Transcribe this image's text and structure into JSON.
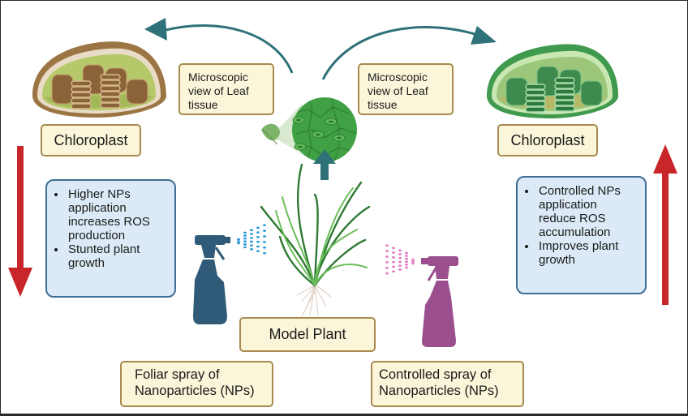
{
  "colors": {
    "label_fill": "#fbf6d9",
    "label_border": "#a88a4e",
    "info_fill": "#dbeaf6",
    "info_border": "#3e6f96",
    "teal_arrow": "#2f7178",
    "red_arrow": "#c8262a",
    "blue_bottle": "#2f5a78",
    "blue_spray": "#2a9ad6",
    "purple_bottle": "#9b4f8e",
    "pink_spray": "#e07cc0",
    "brown_chloroplast": "#9c7545",
    "green_chloroplast": "#3f9a4e",
    "leaf_tissue": "#3fa044"
  },
  "left": {
    "chloroplast_label": "Chloroplast",
    "microscopic_label": [
      "Microscopic",
      "view of Leaf",
      "tissue"
    ],
    "effects": [
      [
        "Higher NPs",
        "application",
        "increases ROS",
        "production"
      ],
      [
        "Stunted plant",
        "growth"
      ]
    ],
    "spray_label": [
      "Foliar spray of",
      "Nanoparticles (NPs)"
    ],
    "trend_arrow": "down"
  },
  "right": {
    "chloroplast_label": "Chloroplast",
    "microscopic_label": [
      "Microscopic",
      "view of Leaf",
      "tissue"
    ],
    "effects": [
      [
        "Controlled NPs",
        "application",
        "reduce ROS",
        "accumulation"
      ],
      [
        "Improves plant",
        "growth"
      ]
    ],
    "spray_label": [
      "Controlled spray of",
      "Nanoparticles (NPs)"
    ],
    "trend_arrow": "up"
  },
  "center": {
    "plant_label": "Model Plant"
  },
  "icons": {
    "left_chloroplast": "chloroplast-stressed-icon",
    "right_chloroplast": "chloroplast-healthy-icon",
    "leaf_tissue": "leaf-tissue-micrograph-icon",
    "plant": "grass-plant-icon",
    "left_bottle": "spray-bottle-icon",
    "right_bottle": "spray-bottle-icon"
  }
}
